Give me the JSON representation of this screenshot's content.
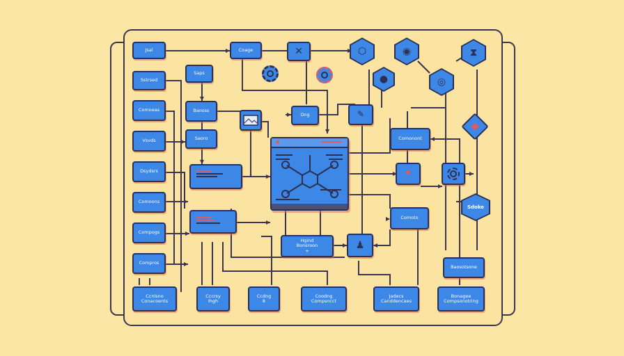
{
  "colors": {
    "background": "#fbe6a6",
    "node_fill": "#3d87e6",
    "outline": "#2b2f52",
    "accent": "#e05a60"
  },
  "left_column": [
    "Jsal",
    "Sstrsed",
    "Comoeas",
    "Vsvds",
    "Dsydsrs",
    "Comoons",
    "Compogs",
    "Compros"
  ],
  "upper_nodes": {
    "top_center": "Coage",
    "mid_left_1": "Saps",
    "mid_left_2": "Bansss",
    "mid_left_3": "Saoro",
    "center_top": "Ong",
    "component": "Comonont",
    "comoto": "Comoto",
    "hgind": "Hgind\nBonsroon\n+",
    "diamond_label": "Sdoke",
    "bottom_right_side": "Baosotsone"
  },
  "bottom_row": [
    "Ccnlsno\nConacoents",
    "Cccrsy\nIhgh",
    "Ccdng\n8",
    "Coodng\nCompsncct",
    "Jadecs\nCanddencaes",
    "Bonagee\nCompsonotring"
  ],
  "icons": [
    "cross-icon",
    "hexagon-ring-icon",
    "gear-icon",
    "target-icon",
    "diamond-icon",
    "browser-window-icon",
    "user-icon",
    "pencil-icon"
  ]
}
